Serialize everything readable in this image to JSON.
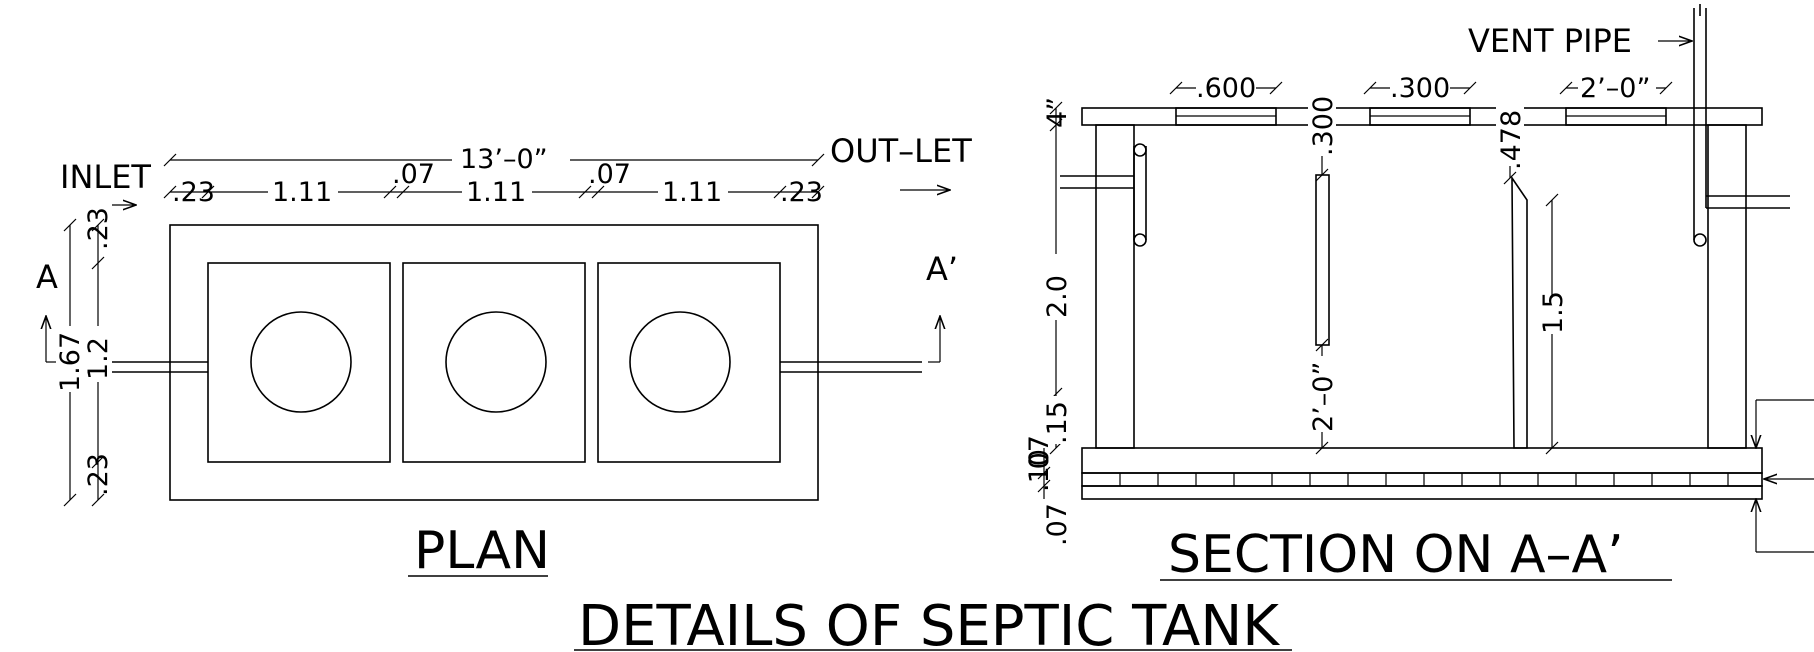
{
  "drawing_title": "DETAILS OF SEPTIC TANK",
  "plan": {
    "title": "PLAN",
    "inlet": "INLET",
    "outlet": "OUT–LET",
    "section_mark_left": "A",
    "section_mark_right": "A’",
    "dims": {
      "overall_length": "13’–0”",
      "end_wall_left": ".23",
      "chamber_1": "1.11",
      "partition_1": ".07",
      "chamber_2": "1.11",
      "partition_2": ".07",
      "chamber_3": "1.11",
      "end_wall_right": ".23",
      "side_wall_top": ".23",
      "overall_width": "1.67",
      "inner_width": "1.2",
      "side_wall_bottom": ".23"
    }
  },
  "section": {
    "title": "SECTION ON A–A’",
    "vent_pipe": "VENT PIPE",
    "dims": {
      "cover_thickness": "4”",
      "opening_1": ".600",
      "opening_2": ".300",
      "opening_3": "2’–0”",
      "baffle_gap_1": ".300",
      "baffle_gap_2": ".478",
      "tank_depth": "2.0",
      "baffle_height": "1.5",
      "baffle_clear": "2’–0”",
      "floor_gap": ".15",
      "base_layer_1": ".07",
      "base_layer_2": ".10",
      "base_layer_3": ".07"
    }
  }
}
